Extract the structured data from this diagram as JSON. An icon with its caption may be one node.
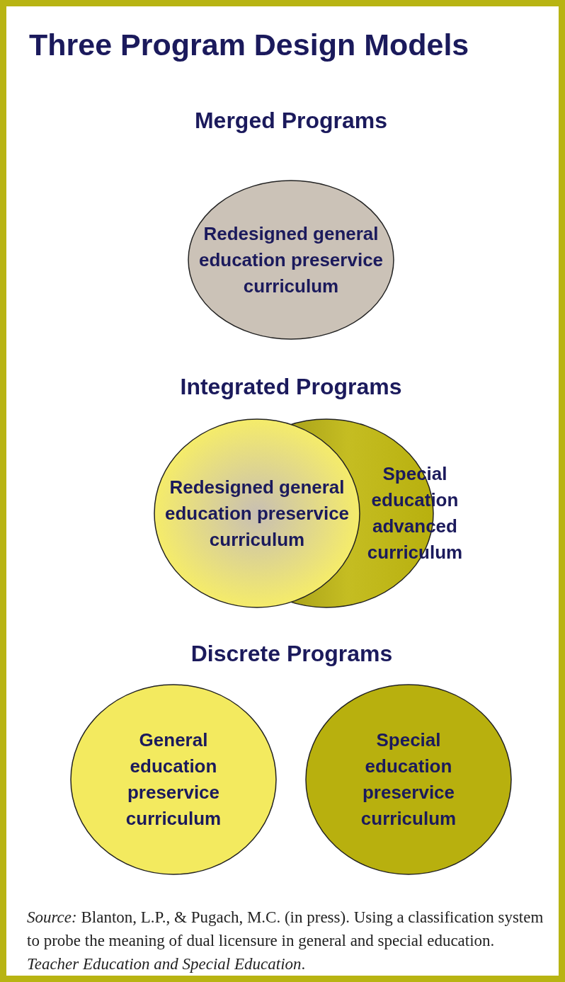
{
  "diagram": {
    "title": "Three Program Design Models",
    "caption": "*Source:* Blanton, L.P., & Pugach, M.C. (in press). Using a classification system to probe the meaning of dual licensure in general and special education. *Teacher Education and Special Education*.",
    "nodes": [
      {
        "text": [
          "Redesigned general education preservice curriculum"
        ]
      },
      {
        "text": [
          "Redesigned general education preservice curriculum"
        ]
      },
      {
        "text": [
          "Special education advanced curriculum"
        ]
      },
      {
        "text": [
          "General education preservice curriculum"
        ]
      },
      {
        "text": [
          "Special education preservice curriculum"
        ]
      }
    ],
    "labels": [
      "Merged Programs",
      "Integrated Programs",
      "Discrete Programs"
    ]
  }
}
